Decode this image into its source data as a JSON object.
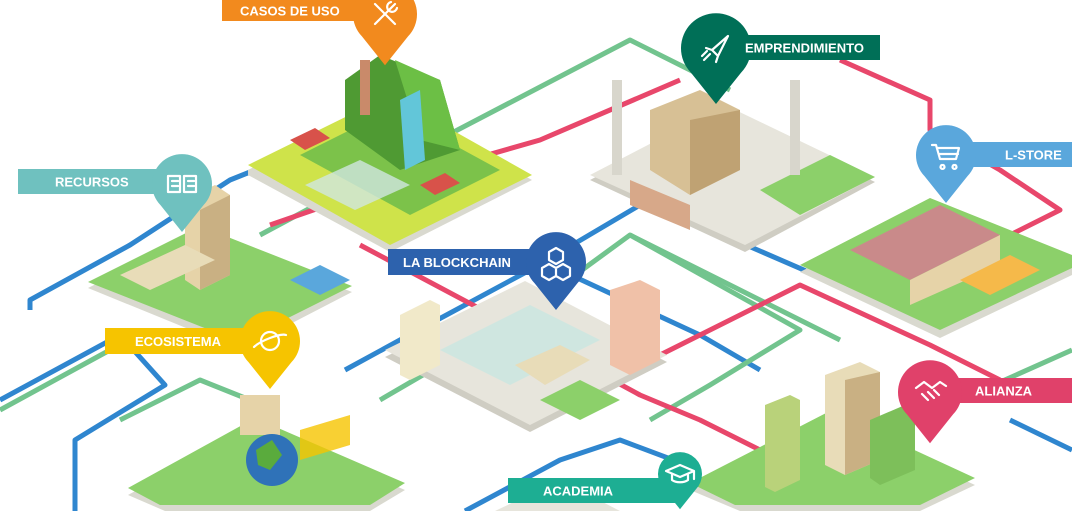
{
  "map": {
    "route_colors": {
      "blue": "#2f86cf",
      "green": "#72c48e",
      "red": "#e8476b"
    },
    "pins": [
      {
        "id": "casos-de-uso",
        "label": "CASOS DE USO",
        "icon": "tools-icon",
        "color": "#f28a1e"
      },
      {
        "id": "recursos",
        "label": "RECURSOS",
        "icon": "book-icon",
        "color": "#6fc1bf"
      },
      {
        "id": "emprendimiento",
        "label": "EMPRENDIMIENTO",
        "icon": "rocket-icon",
        "color": "#006f57"
      },
      {
        "id": "l-store",
        "label": "L-STORE",
        "icon": "shopping-cart-icon",
        "color": "#5aa7dc"
      },
      {
        "id": "la-blockchain",
        "label": "LA BLOCKCHAIN",
        "icon": "blocks-icon",
        "color": "#2d62ad"
      },
      {
        "id": "ecosistema",
        "label": "ECOSISTEMA",
        "icon": "planet-icon",
        "color": "#f6c400"
      },
      {
        "id": "alianza",
        "label": "ALIANZA",
        "icon": "handshake-icon",
        "color": "#e0416a"
      },
      {
        "id": "academia",
        "label": "ACADEMIA",
        "icon": "graduation-cap-icon",
        "color": "#1dae93"
      }
    ]
  }
}
